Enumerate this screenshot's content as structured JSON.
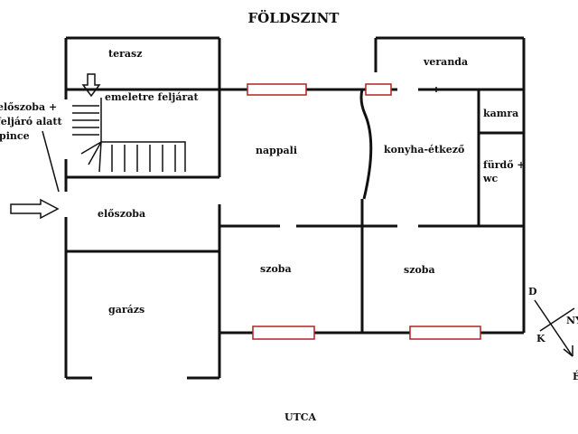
{
  "title": "FÖLDSZINT",
  "rooms": {
    "terasz": "terasz",
    "emeletre_feljarat": "emeletre feljárat",
    "nappali": "nappali",
    "konyha_etkezo": "konyha-étkező",
    "veranda": "veranda",
    "kamra": "kamra",
    "furdo_line1": "fürdő +",
    "furdo_line2": "wc",
    "eloszoba": "előszoba",
    "szoba_left": "szoba",
    "szoba_right": "szoba",
    "garazs": "garázs"
  },
  "basement_note": {
    "line1": "előszoba +",
    "line2": "feljáró alatt",
    "line3": "pince"
  },
  "street": "UTCA",
  "compass": {
    "d": "D",
    "ny": "NY",
    "k": "K",
    "e": "É"
  }
}
